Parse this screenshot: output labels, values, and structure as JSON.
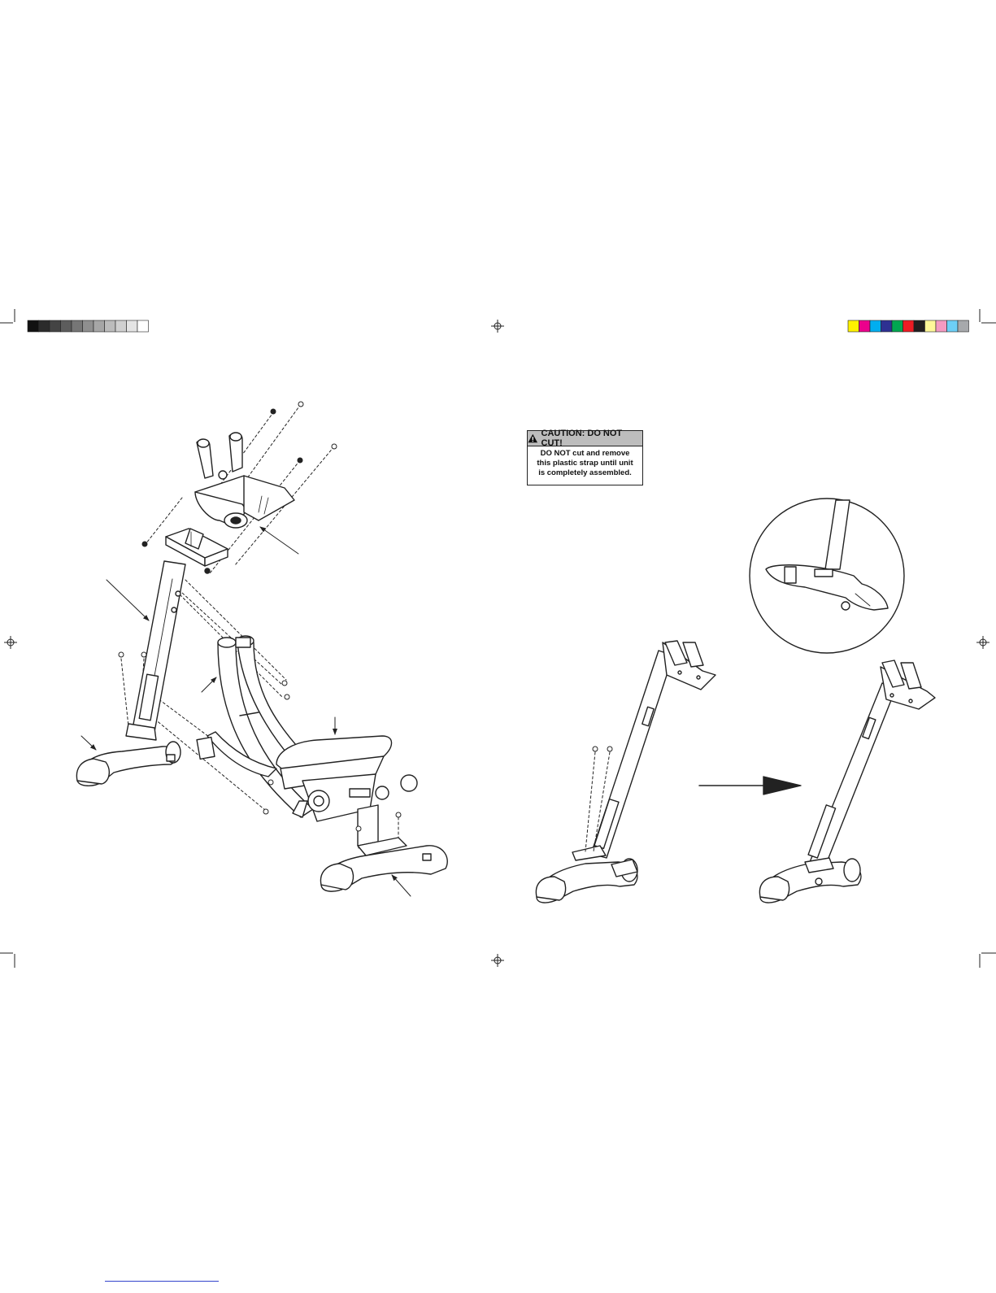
{
  "caution_label": {
    "heading": "CAUTION: DO NOT CUT!",
    "lines": [
      "DO NOT cut and remove",
      "this plastic strap until unit",
      "is completely assembled."
    ]
  },
  "print_marks": {
    "grayscale_bar": [
      "#111111",
      "#2b2b2b",
      "#444444",
      "#5d5d5d",
      "#767676",
      "#8f8f8f",
      "#a6a6a6",
      "#bcbcbc",
      "#d0d0d0",
      "#e4e4e4",
      "#ffffff"
    ],
    "color_bar": [
      "#fff200",
      "#ec008c",
      "#00aeef",
      "#2e3192",
      "#00a651",
      "#ed1c24",
      "#231f20",
      "#fff799",
      "#f49ac1",
      "#6dcff6",
      "#a7a9ac"
    ]
  },
  "colors": {
    "line": "#222222",
    "background": "#ffffff",
    "link_rule": "#3344cc"
  }
}
